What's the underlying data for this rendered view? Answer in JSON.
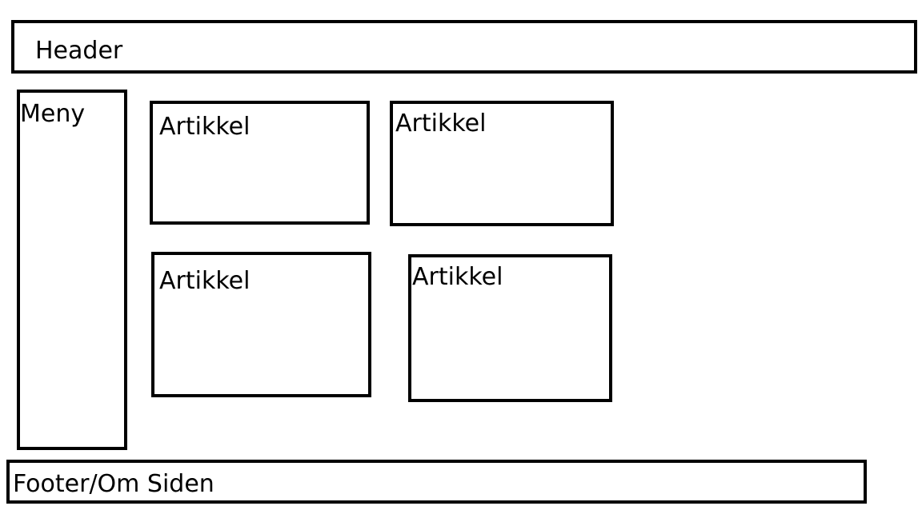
{
  "header": {
    "label": "Header"
  },
  "menu": {
    "label": "Meny"
  },
  "articles": [
    {
      "label": "Artikkel"
    },
    {
      "label": "Artikkel"
    },
    {
      "label": "Artikkel"
    },
    {
      "label": "Artikkel"
    }
  ],
  "footer": {
    "label": "Footer/Om Siden"
  },
  "colors": {
    "stroke": "#000000",
    "background": "#ffffff"
  }
}
